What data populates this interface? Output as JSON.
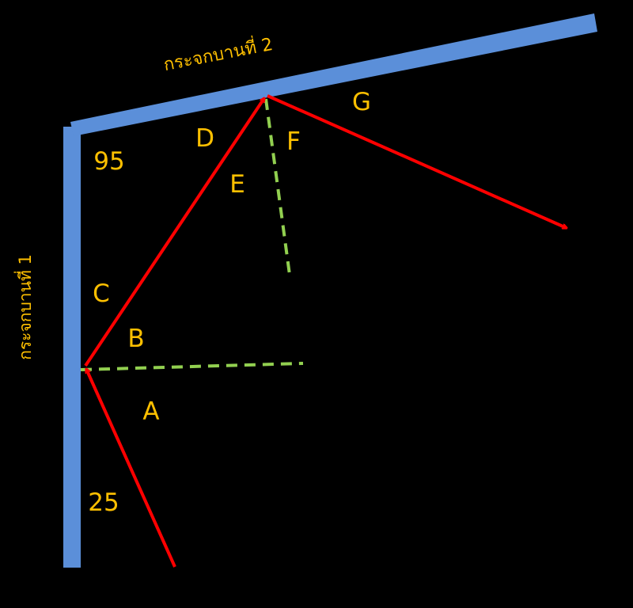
{
  "colors": {
    "background": "#000000",
    "mirror": "#5B8FD9",
    "ray": "#FF0000",
    "normal": "#92D050",
    "label": "#FFC000"
  },
  "mirrors": {
    "mirror1_label": "กระจกบานที่ 1",
    "mirror2_label": "กระจกบานที่ 2"
  },
  "labels": {
    "A": "A",
    "B": "B",
    "C": "C",
    "D": "D",
    "E": "E",
    "F": "F",
    "G": "G",
    "angle_between_mirrors": "95",
    "incident_angle_to_mirror1": "25"
  }
}
